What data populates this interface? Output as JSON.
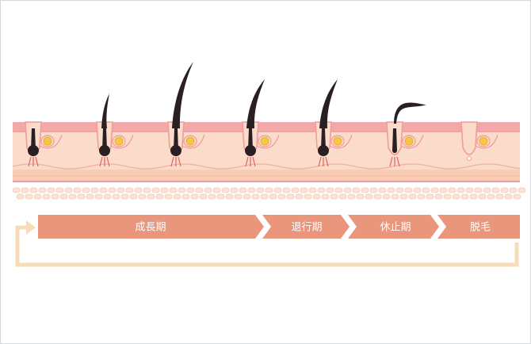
{
  "stages": [
    {
      "id": "anagen",
      "label": "成長期"
    },
    {
      "id": "catagen",
      "label": "退行期"
    },
    {
      "id": "telogen",
      "label": "休止期"
    },
    {
      "id": "shedding",
      "label": "脱毛"
    }
  ],
  "colors": {
    "stage_bar": "#e9967c",
    "cycle_arrow": "#f7dcb8",
    "skin_top": "#f3a9a9",
    "skin_body": "#fbdcca",
    "subcutis": "#f7ccb4",
    "hair": "#2a1f22",
    "sebaceous_gland": "#f6c644",
    "fat_cells": "#fbe3d5"
  },
  "hairs": [
    {
      "stage": "anagen",
      "length": "root"
    },
    {
      "stage": "anagen",
      "length": "short"
    },
    {
      "stage": "anagen",
      "length": "long"
    },
    {
      "stage": "anagen",
      "length": "medium"
    },
    {
      "stage": "catagen",
      "length": "medium"
    },
    {
      "stage": "telogen",
      "length": "detaching"
    },
    {
      "stage": "shedding",
      "length": "none"
    }
  ]
}
